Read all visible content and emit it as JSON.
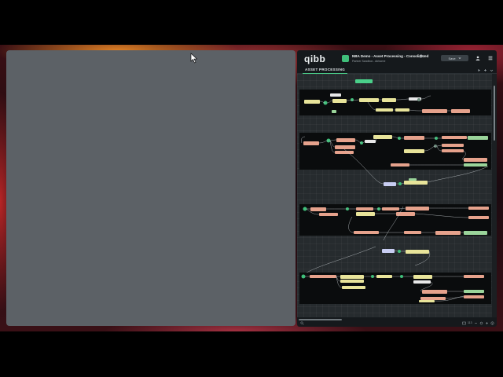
{
  "window": {
    "logo_text": "qibb",
    "flow_title": "NBA Demo - Asset Processing - Consolidated",
    "flow_subtitle": "Partner Sandbox - Airborne",
    "save_label": "Save",
    "tab_label": "ASSET PROCESSING",
    "zoom": "113"
  },
  "icons": {
    "cursor": "arrow-cursor-icon",
    "external": "external-link-icon",
    "dropdown": "chevron-down-icon",
    "user": "user-icon",
    "menu": "hamburger-menu-icon"
  },
  "colors": {
    "accent": "#4ad08a",
    "node_yellow": "#e8e49a",
    "node_salmon": "#e6a28c",
    "node_green": "#9ad49a",
    "node_lavender": "#c8cdf2",
    "group_bg": "#0a0c0d"
  }
}
